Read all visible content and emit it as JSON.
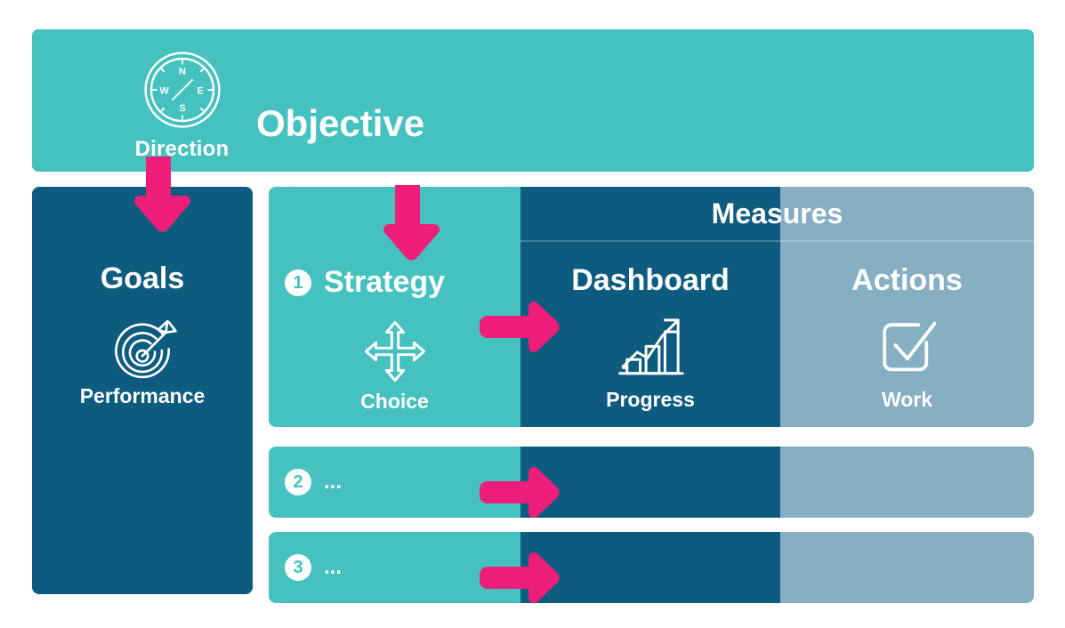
{
  "colors": {
    "teal": "#45c2c0",
    "dark_blue": "#0d5b7e",
    "light_blue": "#86afc4",
    "pink": "#ed1e79",
    "white": "#ffffff"
  },
  "objective": {
    "title": "Objective",
    "icon": "compass-icon",
    "icon_sub_label": "Direction",
    "compass_marks": {
      "north": "N",
      "east": "E",
      "south": "S",
      "west": "W"
    }
  },
  "goals": {
    "title": "Goals",
    "icon": "target-arrow-icon",
    "sub_label": "Performance"
  },
  "measures": {
    "band_label": "Measures"
  },
  "rows": [
    {
      "number": "1",
      "strategy": {
        "title": "Strategy",
        "icon": "four-way-arrows-icon",
        "sub_label": "Choice"
      },
      "dashboard": {
        "title": "Dashboard",
        "icon": "bar-chart-trending-up-icon",
        "sub_label": "Progress"
      },
      "actions": {
        "title": "Actions",
        "icon": "checkbox-checked-icon",
        "sub_label": "Work"
      }
    },
    {
      "number": "2",
      "placeholder": "..."
    },
    {
      "number": "3",
      "placeholder": "..."
    }
  ],
  "arrows": [
    {
      "name": "objective-to-goals-arrow",
      "direction": "down"
    },
    {
      "name": "objective-to-strategy-arrow",
      "direction": "down"
    },
    {
      "name": "strategy-to-dashboard-arrow-1",
      "direction": "right"
    },
    {
      "name": "strategy-to-dashboard-arrow-2",
      "direction": "right"
    },
    {
      "name": "strategy-to-dashboard-arrow-3",
      "direction": "right"
    }
  ]
}
